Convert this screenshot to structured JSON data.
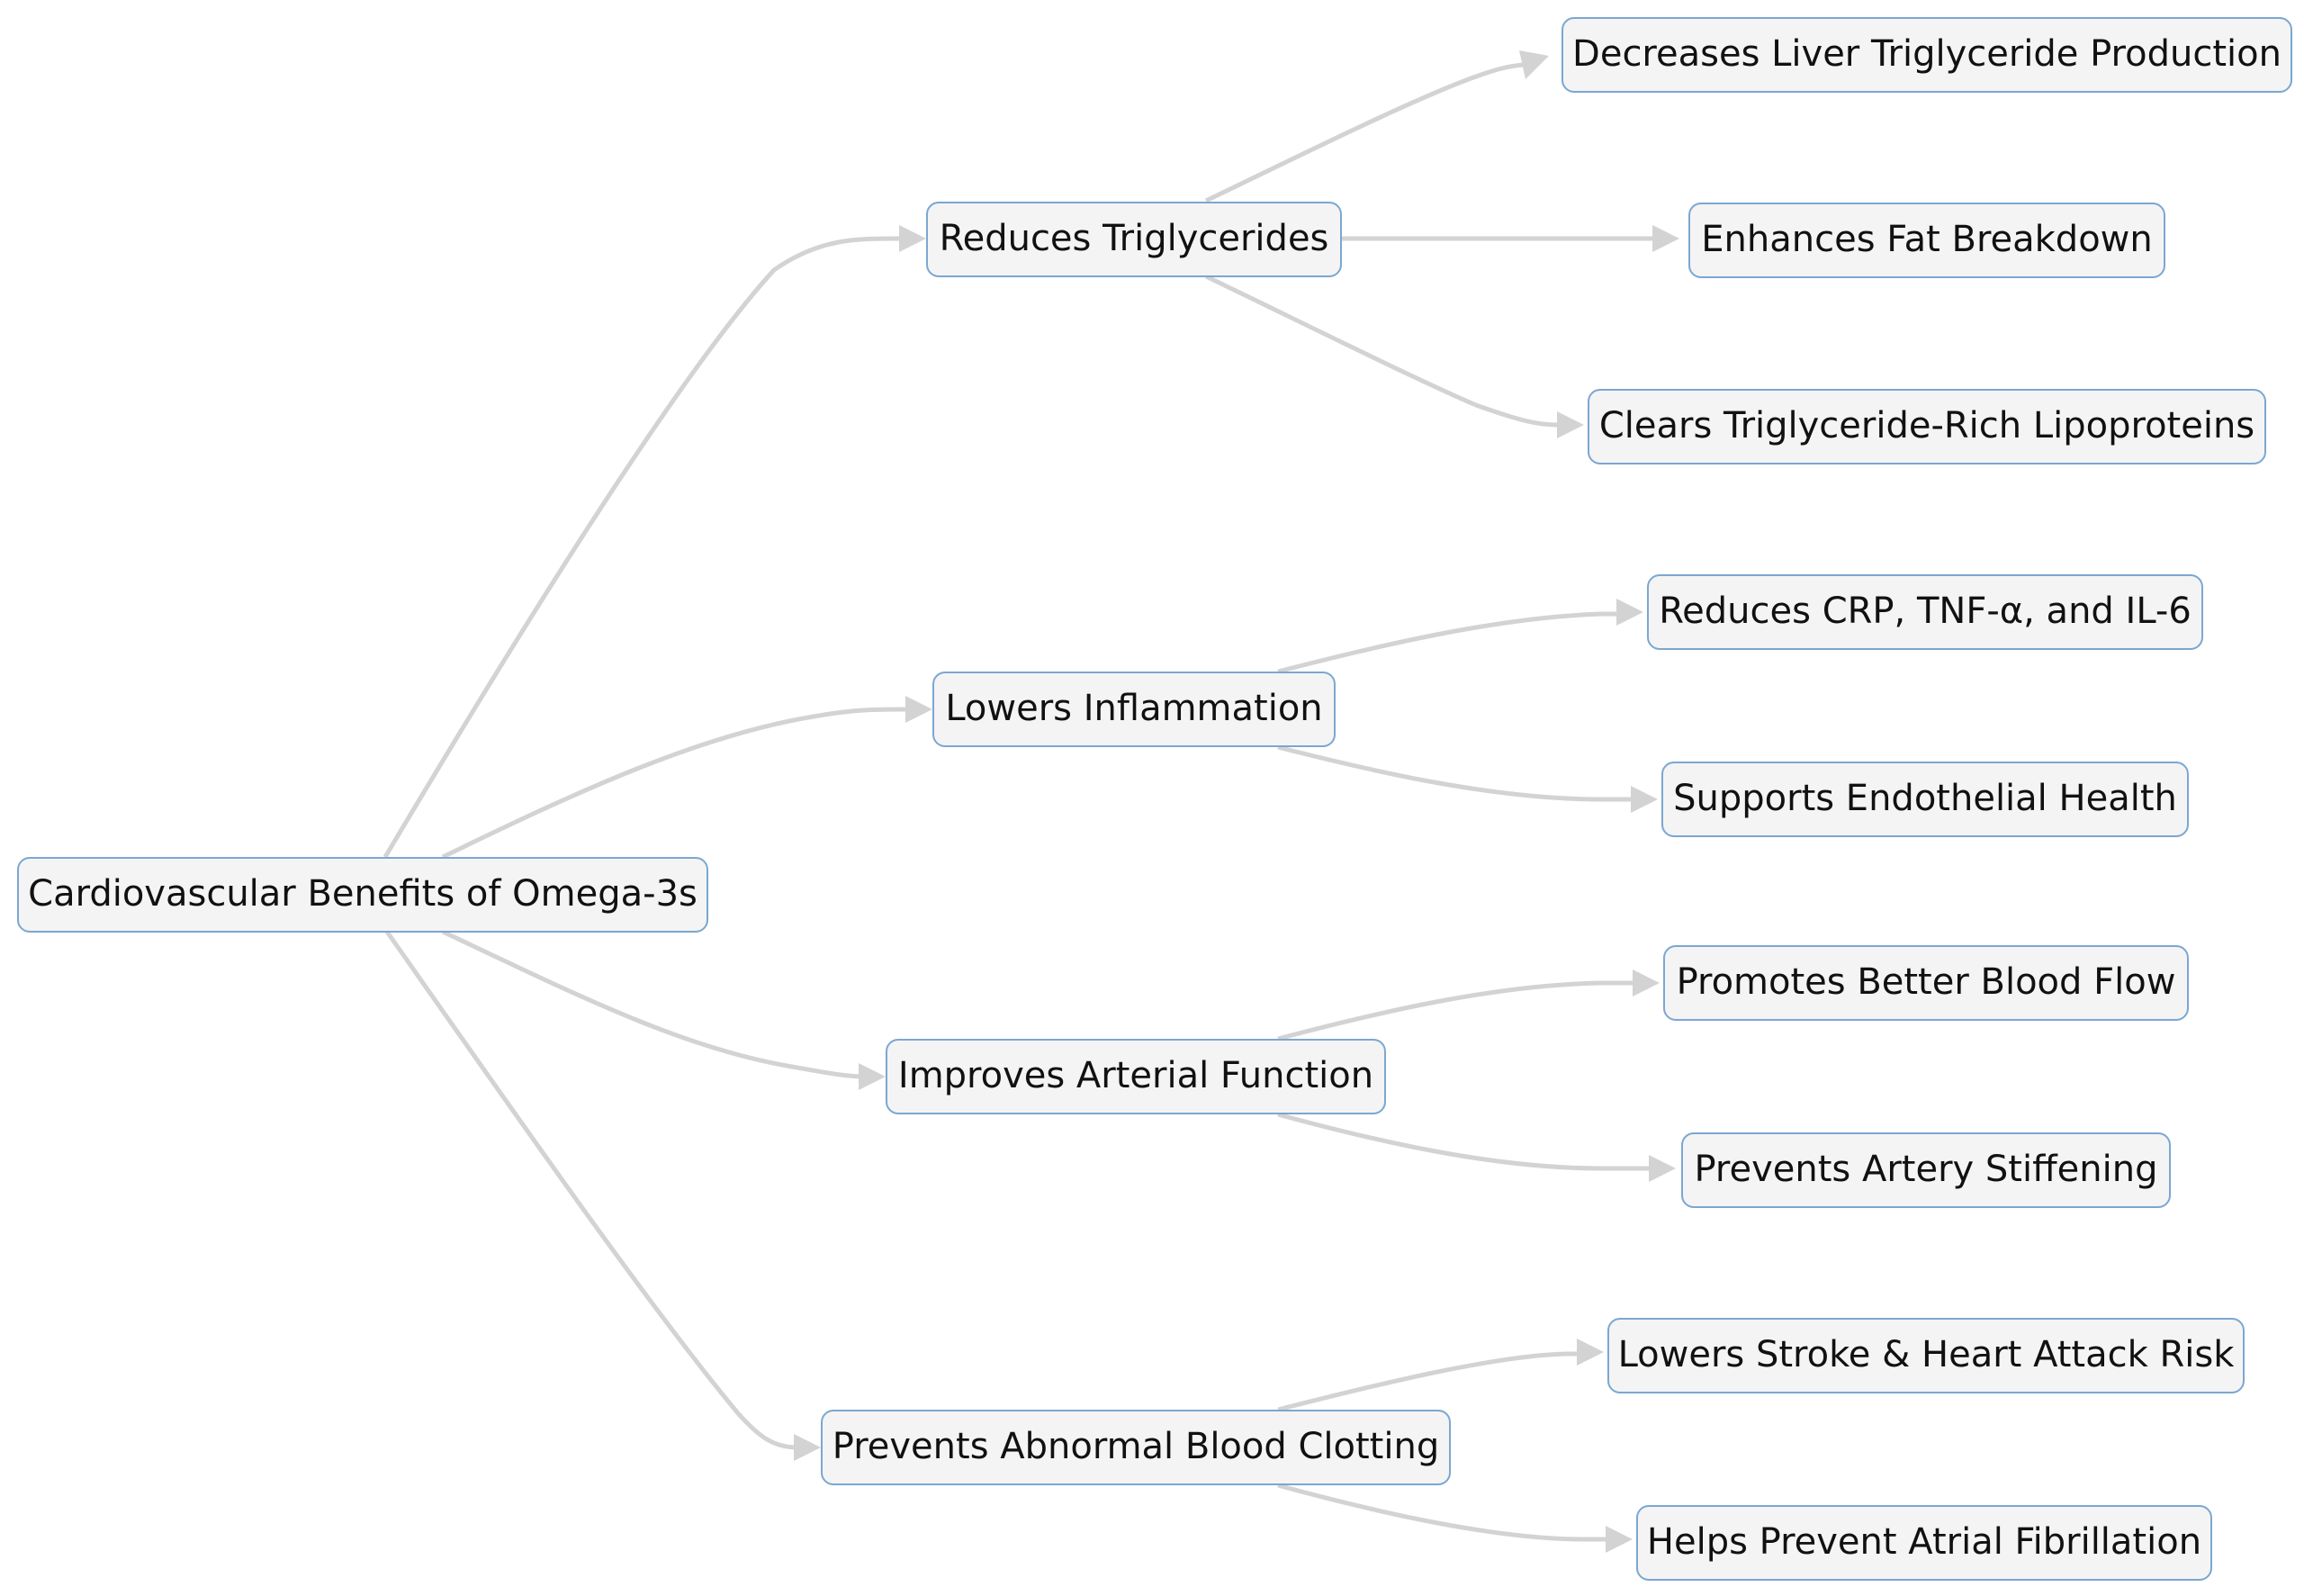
{
  "diagram": {
    "colors": {
      "node_fill": "#f4f4f4",
      "node_border": "#7ba7d1",
      "edge": "#d3d3d3",
      "text": "#111111"
    },
    "root": {
      "id": "root",
      "label": "Cardiovascular Benefits of Omega-3s"
    },
    "branches": [
      {
        "id": "b1",
        "label": "Reduces Triglycerides",
        "children": [
          {
            "id": "b1c1",
            "label": "Decreases Liver Triglyceride Production"
          },
          {
            "id": "b1c2",
            "label": "Enhances Fat Breakdown"
          },
          {
            "id": "b1c3",
            "label": "Clears Triglyceride-Rich Lipoproteins"
          }
        ]
      },
      {
        "id": "b2",
        "label": "Lowers Inflammation",
        "children": [
          {
            "id": "b2c1",
            "label": "Reduces CRP, TNF-α, and IL-6"
          },
          {
            "id": "b2c2",
            "label": "Supports Endothelial Health"
          }
        ]
      },
      {
        "id": "b3",
        "label": "Improves Arterial Function",
        "children": [
          {
            "id": "b3c1",
            "label": "Promotes Better Blood Flow"
          },
          {
            "id": "b3c2",
            "label": "Prevents Artery Stiffening"
          }
        ]
      },
      {
        "id": "b4",
        "label": "Prevents Abnormal Blood Clotting",
        "children": [
          {
            "id": "b4c1",
            "label": "Lowers Stroke & Heart Attack Risk"
          },
          {
            "id": "b4c2",
            "label": "Helps Prevent Atrial Fibrillation"
          }
        ]
      }
    ]
  }
}
